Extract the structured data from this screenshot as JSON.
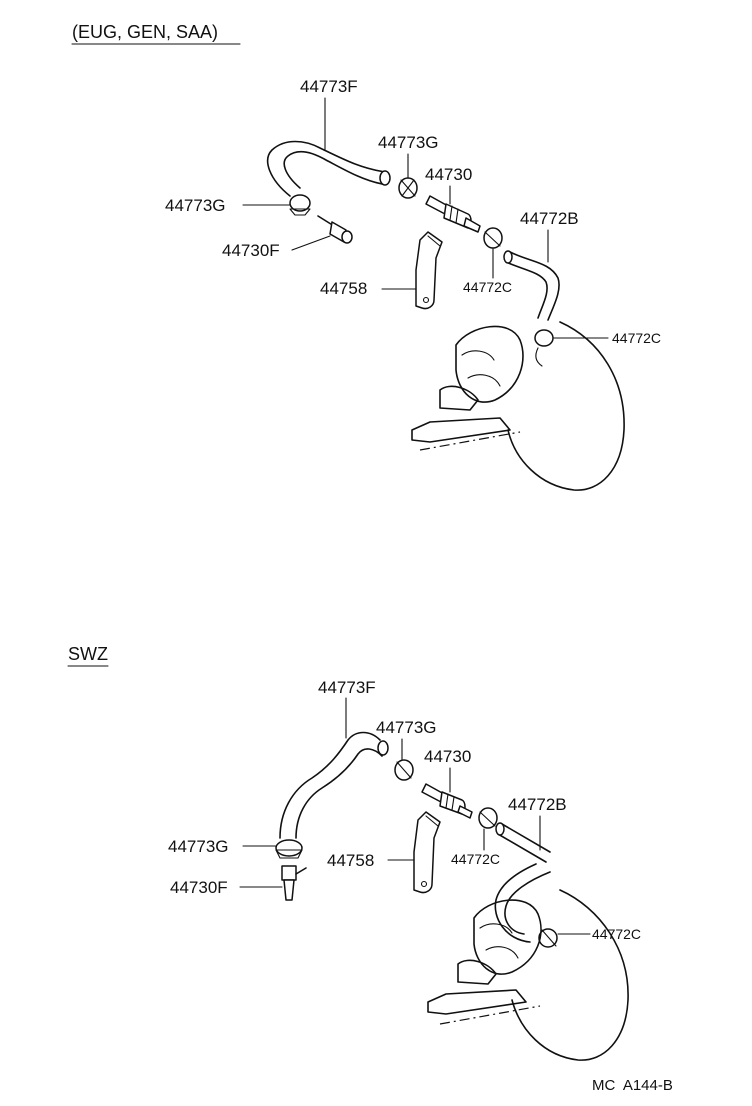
{
  "sections": [
    {
      "title": "(EUG, GEN, SAA)",
      "labels": {
        "hose_upper": "44773F",
        "clamp_upper": "44773G",
        "valve": "44730",
        "clamp_left": "44773G",
        "fitting": "44730F",
        "bracket": "44758",
        "hose_lower": "44772B",
        "clamp_mid": "44772C",
        "clamp_booster": "44772C"
      }
    },
    {
      "title": "SWZ",
      "labels": {
        "hose_upper": "44773F",
        "clamp_upper": "44773G",
        "valve": "44730",
        "clamp_left": "44773G",
        "fitting": "44730F",
        "bracket": "44758",
        "hose_lower": "44772B",
        "clamp_mid": "44772C",
        "clamp_booster": "44772C"
      }
    }
  ],
  "footer_code": "MC  A144-B"
}
